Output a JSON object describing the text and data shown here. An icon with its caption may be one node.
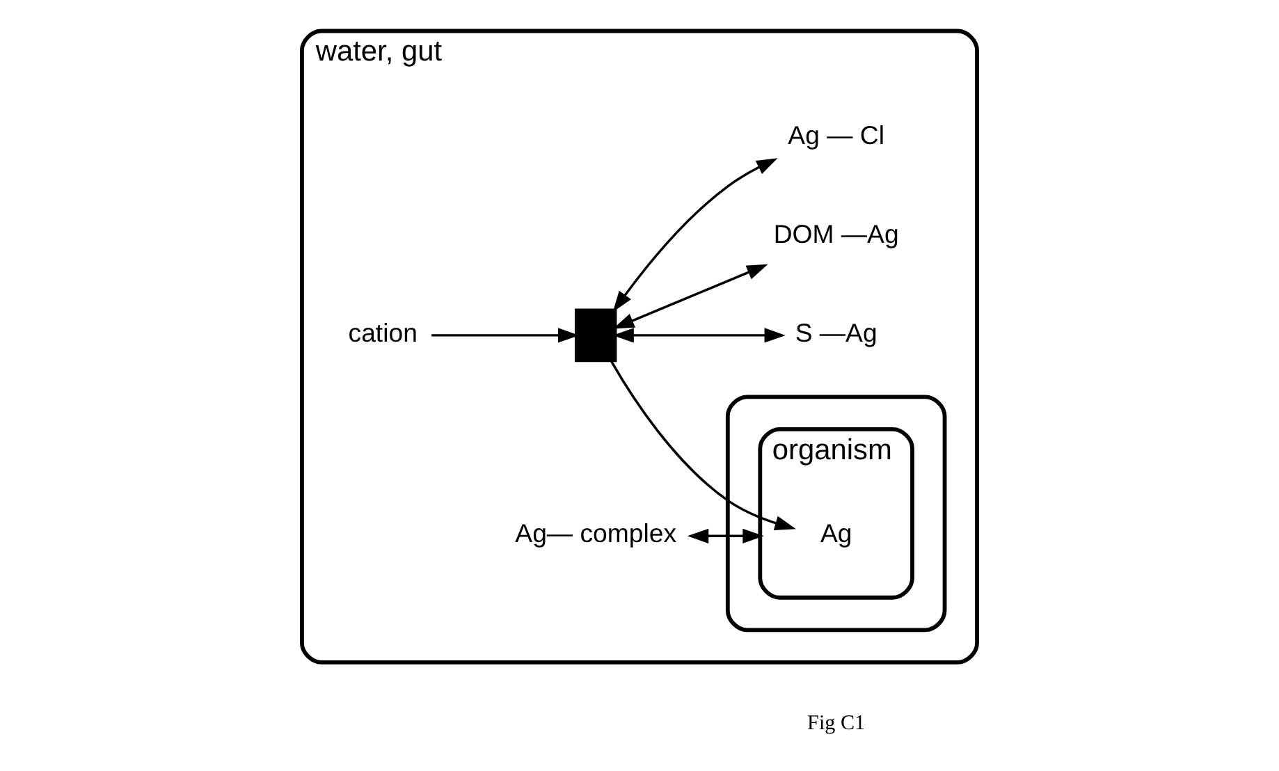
{
  "diagram": {
    "nodes": [
      {
        "text": [
          "water, gut"
        ]
      },
      {
        "text": [],
        "shape": "box",
        "in": 0
      },
      {
        "text": [
          "organism"
        ],
        "in": 1
      },
      {
        "text": [],
        "shape": "box",
        "in": 0
      },
      {
        "text": [
          "S —Ag"
        ],
        "in": 0
      },
      {
        "text": [
          "cation"
        ],
        "in": 0
      },
      {
        "text": [
          "DOM —Ag"
        ],
        "in": 0
      },
      {
        "text": [
          "Ag — Cl"
        ],
        "in": 0
      },
      {
        "text": [
          "Ag"
        ],
        "in": 2
      },
      {
        "text": [
          "Ag— complex"
        ],
        "in": 0
      }
    ],
    "edges": [
      {
        "from": 3,
        "to": 4,
        "arrow": "both"
      },
      {
        "from": 5,
        "to": 3,
        "arrow": "to"
      },
      {
        "from": 3,
        "to": 6,
        "arrow": "both"
      },
      {
        "from": 3,
        "to": 7,
        "arrow": "both"
      },
      {
        "from": 3,
        "to": 8,
        "arrow": "to"
      },
      {
        "from": 9,
        "to": 2,
        "arrow": "both"
      }
    ],
    "labels": [
      "Fig C1"
    ]
  }
}
